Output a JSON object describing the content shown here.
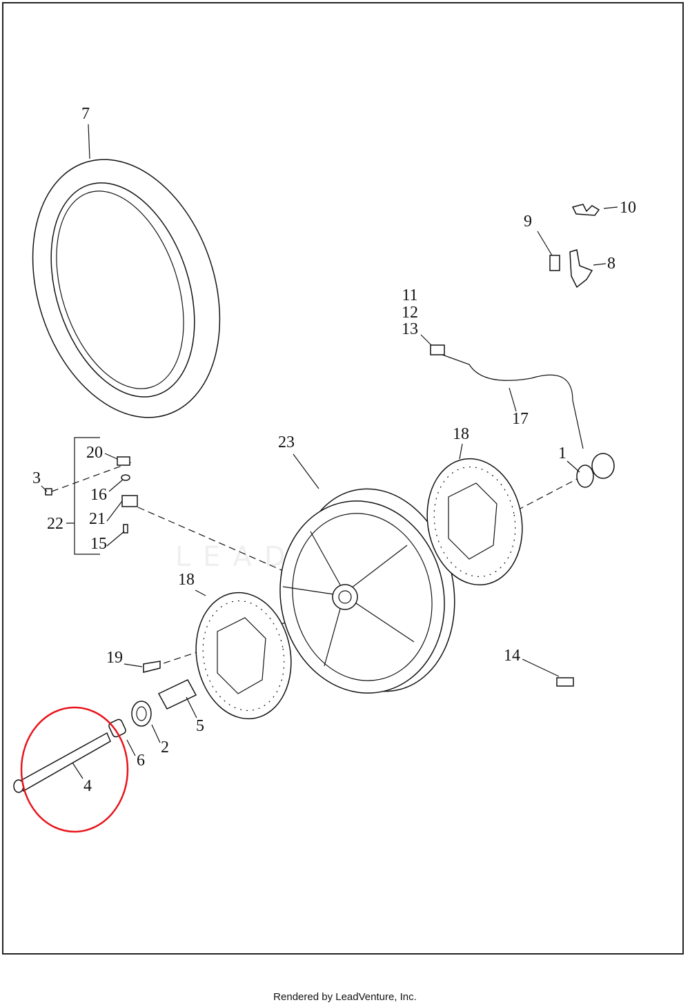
{
  "diagram": {
    "watermark": "LEADVENTURE",
    "callouts": {
      "c1": "1",
      "c2": "2",
      "c3": "3",
      "c4": "4",
      "c5": "5",
      "c6": "6",
      "c7": "7",
      "c8": "8",
      "c9": "9",
      "c10": "10",
      "c11": "11",
      "c12": "12",
      "c13": "13",
      "c14": "14",
      "c15": "15",
      "c16": "16",
      "c17": "17",
      "c18a": "18",
      "c18b": "18",
      "c19": "19",
      "c20": "20",
      "c21": "21",
      "c22": "22",
      "c23": "23"
    },
    "highlight_color": "#e8141c"
  },
  "footer": {
    "text": "Rendered by LeadVenture, Inc."
  }
}
